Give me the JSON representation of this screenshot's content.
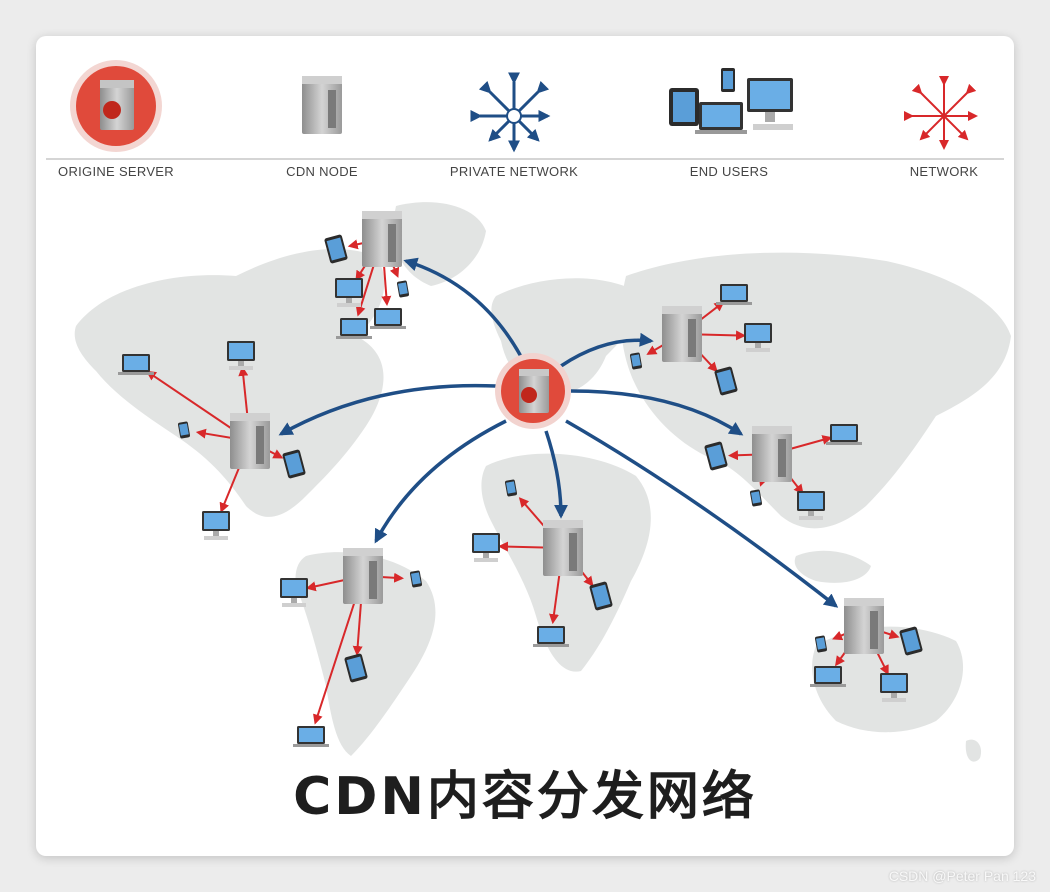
{
  "legend": {
    "origin_server": "ORIGINE SERVER",
    "cdn_node": "CDN NODE",
    "private_network": "PRIVATE NETWORK",
    "end_users": "END USERS",
    "network": "NETWORK"
  },
  "title": "CDN内容分发网络",
  "watermark": "CSDN @Peter Pan 123",
  "colors": {
    "origin_red": "#e04a3b",
    "private_network_blue": "#1f4e86",
    "network_red": "#d8282a",
    "map_gray": "#e2e4e3",
    "server_gray": "#a8a8a8"
  },
  "icons": [
    "origin-server-icon",
    "server-icon",
    "private-network-icon",
    "end-users-icon",
    "network-icon",
    "laptop-icon",
    "desktop-icon",
    "tablet-icon",
    "phone-icon"
  ]
}
